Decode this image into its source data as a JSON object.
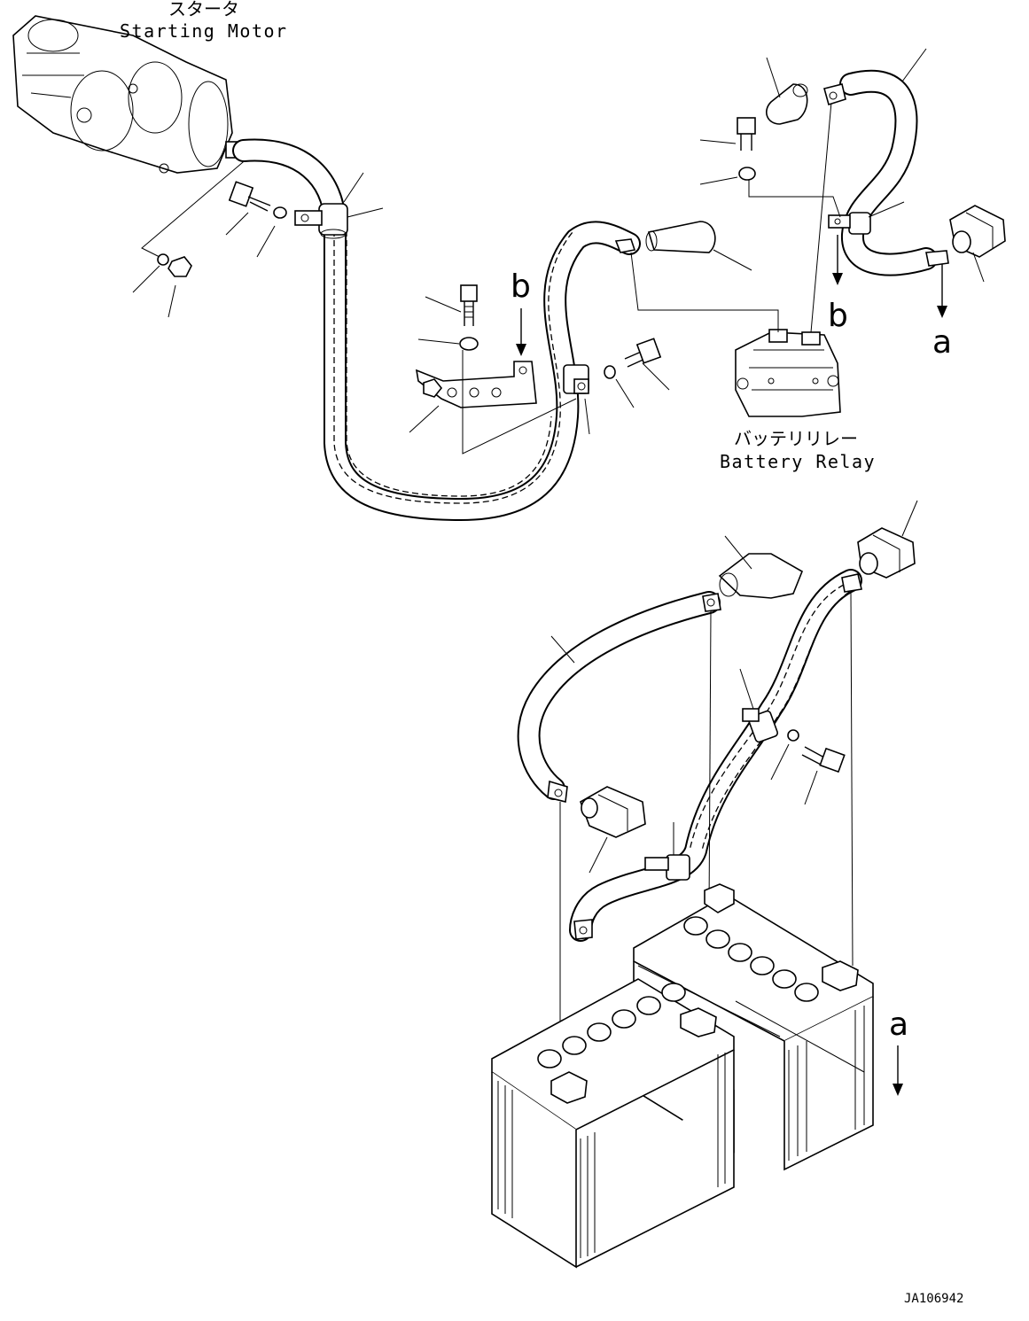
{
  "labels": {
    "starter_jp": "スタータ",
    "starter_en": "Starting Motor",
    "relay_jp": "バッテリリレー",
    "relay_en": "Battery Relay",
    "ref_a_right": "a",
    "ref_a_bottom": "a",
    "ref_b_bracket": "b",
    "ref_b_relay": "b",
    "drawing_number": "JA106942"
  }
}
